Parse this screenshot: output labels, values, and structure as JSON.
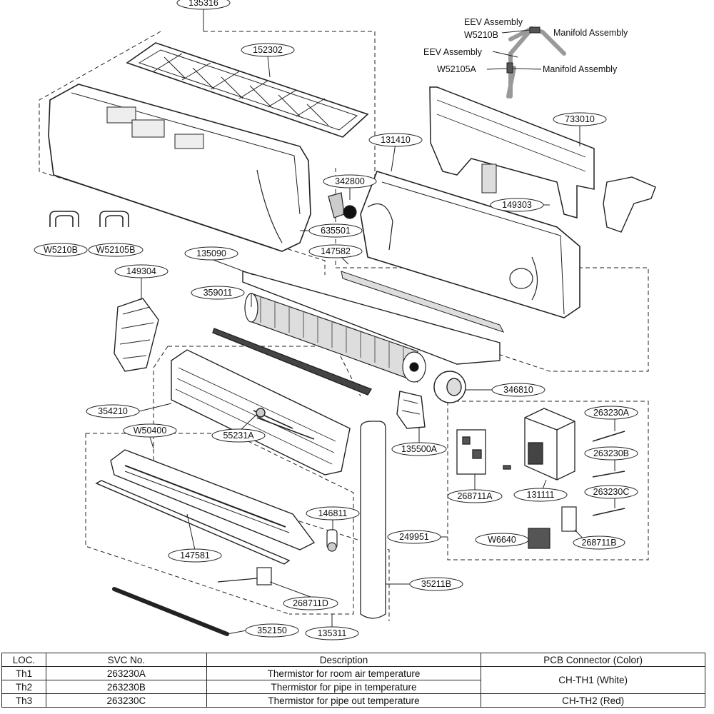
{
  "callouts": {
    "c135316": "135316",
    "c152302": "152302",
    "c131410": "131410",
    "c733010": "733010",
    "c342800": "342800",
    "c149303": "149303",
    "c635501": "635501",
    "c147582": "147582",
    "cW5210B": "W5210B",
    "cW52105B": "W52105B",
    "c135090": "135090",
    "c149304": "149304",
    "c359011": "359011",
    "c346810": "346810",
    "c354210": "354210",
    "cW50400": "W50400",
    "c55231A": "55231A",
    "c135500A": "135500A",
    "c263230A": "263230A",
    "c263230B": "263230B",
    "c263230C": "263230C",
    "c268711A": "268711A",
    "c131111": "131111",
    "c146811": "146811",
    "c249951": "249951",
    "cW6640": "W6640",
    "c268711B": "268711B",
    "c147581": "147581",
    "c35211B": "35211B",
    "c268711D": "268711D",
    "c352150": "352150",
    "c135311": "135311"
  },
  "annotations": {
    "eev1": "EEV Assembly",
    "w5210b": "W5210B",
    "manifold1": "Manifold Assembly",
    "eev2": "EEV Assembly",
    "w52105a": "W52105A",
    "manifold2": "Manifold Assembly"
  },
  "table": {
    "headers": [
      "LOC.",
      "SVC No.",
      "Description",
      "PCB Connector (Color)"
    ],
    "rows": [
      {
        "loc": "Th1",
        "svc": "263230A",
        "desc": "Thermistor for room air temperature",
        "conn": "CH-TH1 (White)"
      },
      {
        "loc": "Th2",
        "svc": "263230B",
        "desc": "Thermistor for pipe in temperature",
        "conn": ""
      },
      {
        "loc": "Th3",
        "svc": "263230C",
        "desc": "Thermistor for pipe out temperature",
        "conn": "CH-TH2 (Red)"
      }
    ]
  }
}
